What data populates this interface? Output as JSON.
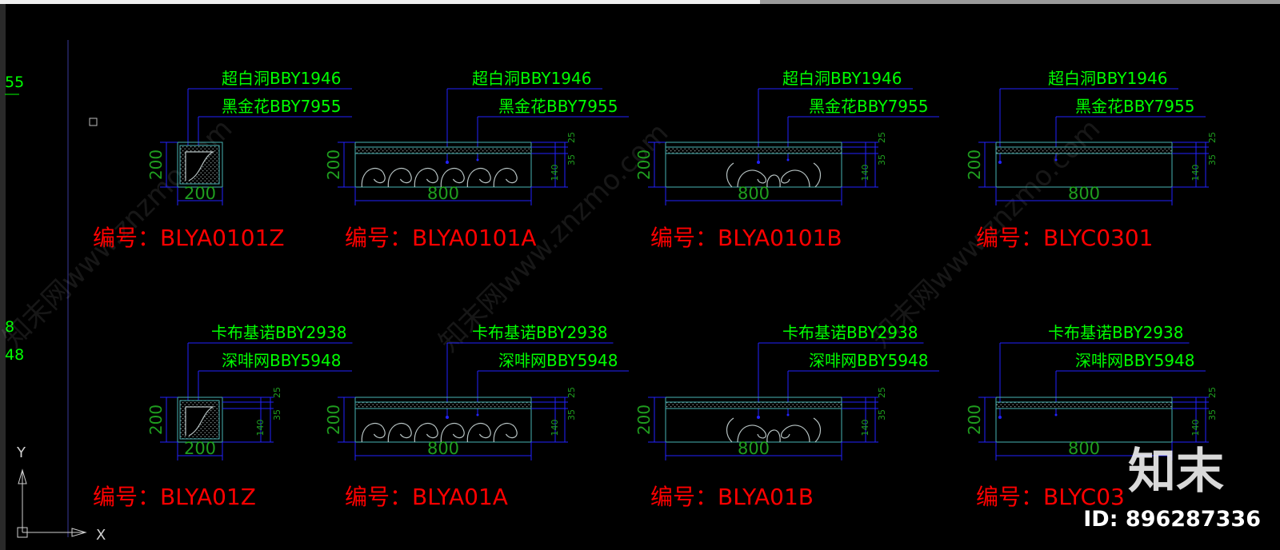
{
  "toolbar": {
    "tabs": [
      "",
      "",
      "",
      "",
      "",
      "",
      "",
      "",
      ""
    ]
  },
  "left_margin_labels": [
    "55",
    "8",
    "48"
  ],
  "rows": [
    {
      "items": [
        {
          "kind": "corner",
          "material_top": "超白洞BBY1946",
          "material_bottom": "黑金花BBY7955",
          "height_dim": "200",
          "width_dim": "200",
          "code": "编号：BLYA0101Z",
          "pattern": true
        },
        {
          "kind": "long",
          "material_top": "超白洞BBY1946",
          "material_bottom": "黑金花BBY7955",
          "height_dim": "200",
          "width_dim": "800",
          "dims": [
            "25",
            "35",
            "140"
          ],
          "code": "编号：BLYA0101A",
          "pattern": "full"
        },
        {
          "kind": "long",
          "material_top": "超白洞BBY1946",
          "material_bottom": "黑金花BBY7955",
          "height_dim": "200",
          "width_dim": "800",
          "dims": [
            "25",
            "35",
            "140"
          ],
          "code": "编号：BLYA0101B",
          "pattern": "center"
        },
        {
          "kind": "long",
          "material_top": "超白洞BBY1946",
          "material_bottom": "黑金花BBY7955",
          "height_dim": "200",
          "width_dim": "800",
          "dims": [
            "25",
            "35",
            "140"
          ],
          "code": "编号：BLYC0301",
          "pattern": "none"
        }
      ]
    },
    {
      "items": [
        {
          "kind": "corner",
          "material_top": "卡布基诺BBY2938",
          "material_bottom": "深啡网BBY5948",
          "height_dim": "200",
          "width_dim": "200",
          "dims": [
            "25",
            "35",
            "140"
          ],
          "code": "编号：BLYA01Z",
          "pattern": true
        },
        {
          "kind": "long",
          "material_top": "卡布基诺BBY2938",
          "material_bottom": "深啡网BBY5948",
          "height_dim": "200",
          "width_dim": "800",
          "dims": [
            "25",
            "35",
            "140"
          ],
          "code": "编号：BLYA01A",
          "pattern": "full"
        },
        {
          "kind": "long",
          "material_top": "卡布基诺BBY2938",
          "material_bottom": "深啡网BBY5948",
          "height_dim": "200",
          "width_dim": "800",
          "dims": [
            "25",
            "35",
            "140"
          ],
          "code": "编号：BLYA01B",
          "pattern": "center"
        },
        {
          "kind": "long",
          "material_top": "卡布基诺BBY2938",
          "material_bottom": "深啡网BBY5948",
          "height_dim": "200",
          "width_dim": "800",
          "dims": [
            "25",
            "35",
            "140"
          ],
          "code": "编号：BLYC03",
          "pattern": "none"
        }
      ]
    }
  ],
  "ucs": {
    "x_label": "X",
    "y_label": "Y"
  },
  "watermark": {
    "site": "知末网www.znzmo.com",
    "logo": "知末",
    "id": "ID: 896287336"
  },
  "colors": {
    "background": "#000000",
    "label_green": "#00ff00",
    "dim_green": "#1f9e1f",
    "leader_blue": "#2222ff",
    "code_red": "#ff0000",
    "outline_cyan": "#49b3b3",
    "pattern_gray": "#b8c4c4"
  }
}
